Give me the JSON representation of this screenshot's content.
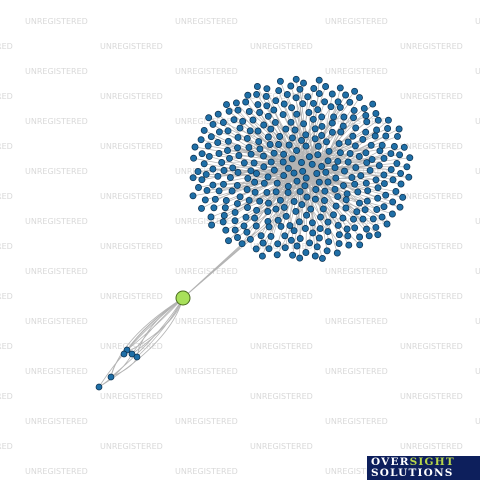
{
  "watermark": {
    "text": "UNREGISTERED",
    "color": "#d9d9d9"
  },
  "logo": {
    "line1_part1": "OVER",
    "line1_part2": "SIGHT",
    "line2": "SOLUTIONS",
    "background": "#0d1f5c",
    "accent": "#b7d64b"
  },
  "graph": {
    "node_color": "#1f6fa7",
    "node_stroke": "#0c2f4d",
    "hub_color": "#a8e05a",
    "edge_color": "#b3b3b3",
    "cluster_node_count": 360,
    "chain_node_count": 6
  }
}
